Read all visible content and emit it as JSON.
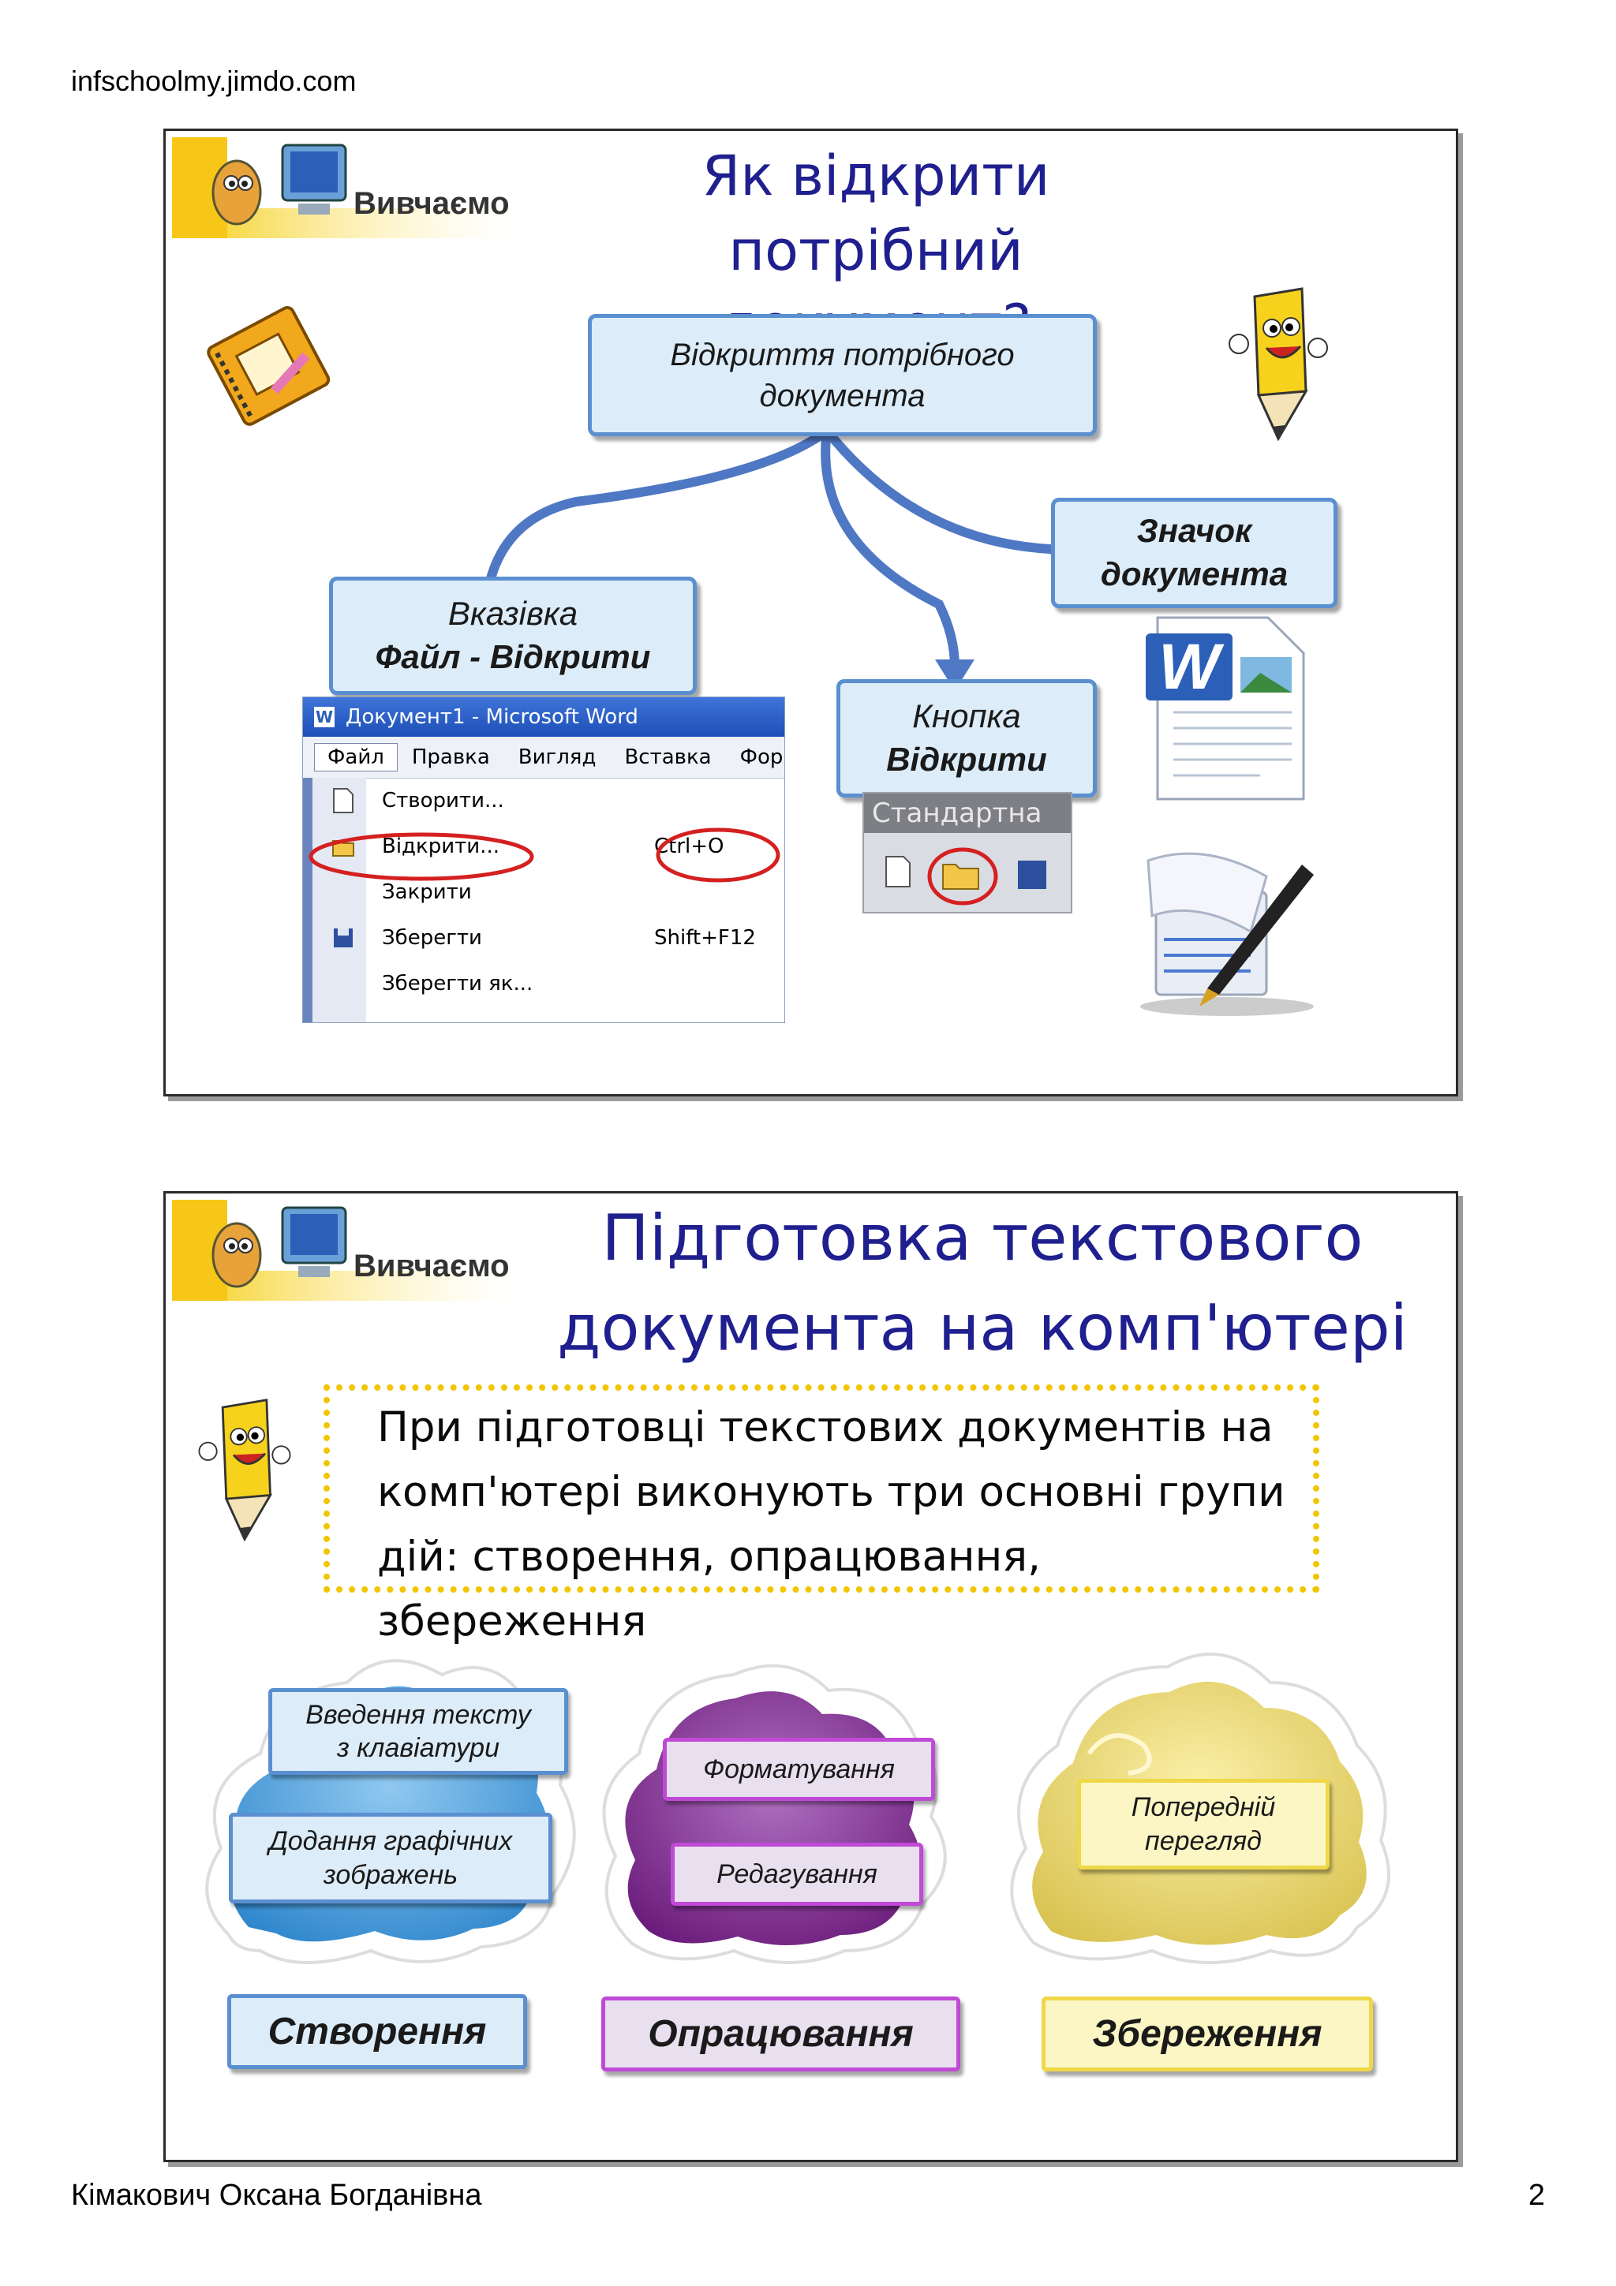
{
  "header": {
    "site_url": "infschoolmy.jimdo.com"
  },
  "footer": {
    "author": "Кімакович Оксана Богданівна",
    "page_number": "2"
  },
  "slide1": {
    "logo_text": "Вивчаємо",
    "title_line1": "Як відкрити потрібний",
    "title_line2": "документ?",
    "center_box": {
      "line1": "Відкриття потрібного",
      "line2": "документа"
    },
    "left_box": {
      "line1": "Вказівка",
      "line2": "Файл - Відкрити"
    },
    "mid_box": {
      "line1": "Кнопка",
      "line2": "Відкрити"
    },
    "right_box": {
      "line1": "Значок",
      "line2": "документа"
    },
    "word_window": {
      "title": "Документ1 - Microsoft Word",
      "menu": [
        "Файл",
        "Правка",
        "Вигляд",
        "Вставка",
        "Форма"
      ],
      "items": [
        {
          "label": "Створити...",
          "shortcut": ""
        },
        {
          "label": "Відкрити...",
          "shortcut": "Ctrl+O"
        },
        {
          "label": "Закрити",
          "shortcut": ""
        },
        {
          "label": "Зберегти",
          "shortcut": "Shift+F12"
        },
        {
          "label": "Зберегти як...",
          "shortcut": ""
        }
      ]
    },
    "toolbar_title": "Стандартна"
  },
  "slide2": {
    "logo_text": "Вивчаємо",
    "title_line1": "Підготовка текстового",
    "title_line2": "документа на комп'ютері",
    "note_line1": "При підготовці текстових документів на",
    "note_line2": "комп'ютері виконують три основні групи",
    "note_line3": "дій: створення, опрацювання, збереження",
    "create": {
      "label": "Створення",
      "item1_line1": "Введення тексту",
      "item1_line2": "з клавіатури",
      "item2_line1": "Додання графічних",
      "item2_line2": "зображень"
    },
    "process": {
      "label": "Опрацювання",
      "item1": "Форматування",
      "item2": "Редагування"
    },
    "save": {
      "label": "Збереження",
      "item1_line1": "Попередній",
      "item1_line2": "перегляд"
    }
  }
}
